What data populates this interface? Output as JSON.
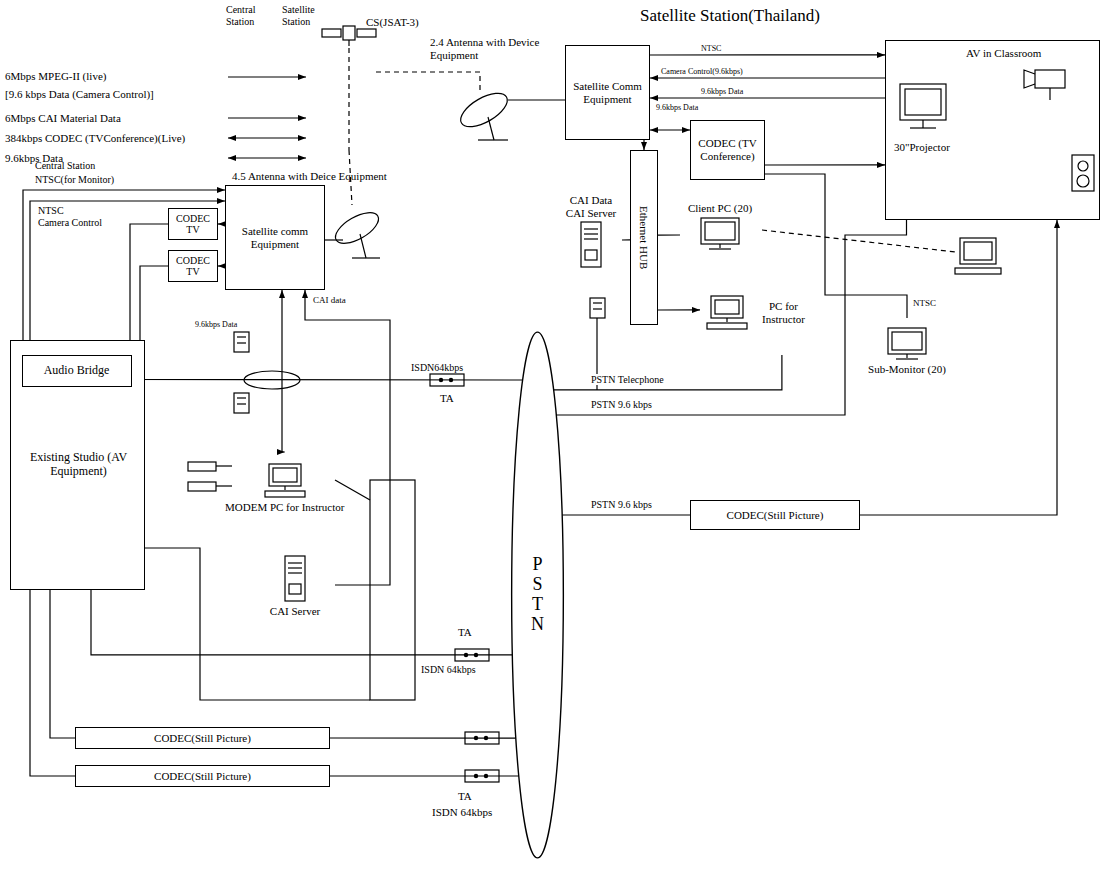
{
  "diagram": {
    "nodes": [
      {
        "text": [
          "Satellite comm Equipment"
        ]
      },
      {
        "text": [
          "CODEC TV"
        ]
      },
      {
        "text": [
          "CODEC TV"
        ]
      },
      {
        "text": [
          "Existing Studio (AV Equipment)"
        ]
      },
      {
        "text": [
          "Audio Bridge"
        ],
        "in": 3
      },
      {
        "text": [
          "MODEM PC for Instructor"
        ]
      },
      {
        "text": [
          "CAI Server"
        ]
      },
      {
        "text": [
          "CODEC(Still Picture)"
        ]
      },
      {
        "text": [
          "CODEC(Still Picture)"
        ]
      },
      {
        "text": [
          "P S T N"
        ]
      },
      {
        "text": [
          "Satellite Comm Equipment"
        ]
      },
      {
        "text": [
          "CODEC (TV Conference)"
        ]
      },
      {
        "text": [
          "Ethernet HUB"
        ]
      },
      {
        "text": [
          "AV in Classroom",
          "30\"Projector"
        ]
      },
      {
        "text": [
          "CAI Data CAI Server"
        ]
      },
      {
        "text": [
          "Client PC (20)"
        ]
      },
      {
        "text": [
          "PC for Instructor"
        ]
      },
      {
        "text": [
          "Sub-Monitor (20)"
        ]
      },
      {
        "text": [
          "CODEC(Still Picture)"
        ]
      }
    ],
    "edges": [
      {
        "from": 0,
        "to": 1,
        "arrow": "to"
      },
      {
        "from": 0,
        "to": 2,
        "arrow": "to"
      },
      {
        "from": 3,
        "to": 1,
        "arrow": "none"
      },
      {
        "from": 3,
        "to": 2,
        "arrow": "none"
      },
      {
        "from": 3,
        "to": 0,
        "arrow": "to"
      },
      {
        "from": 3,
        "to": 0,
        "arrow": "to"
      },
      {
        "from": 5,
        "to": 0,
        "arrow": "both"
      },
      {
        "from": 6,
        "to": 0,
        "arrow": "to",
        "label": "CAI data"
      },
      {
        "from": 4,
        "to": 9,
        "arrow": "none",
        "label": "ISDN64kbps"
      },
      {
        "from": 3,
        "to": 9,
        "arrow": "none",
        "label": "ISDN 64kbps"
      },
      {
        "from": 3,
        "to": 7,
        "arrow": "none"
      },
      {
        "from": 3,
        "to": 8,
        "arrow": "none"
      },
      {
        "from": 7,
        "to": 9,
        "arrow": "none"
      },
      {
        "from": 8,
        "to": 9,
        "arrow": "none"
      },
      {
        "from": 9,
        "to": 16,
        "arrow": "none",
        "label": "PSTN Telecphone"
      },
      {
        "from": 9,
        "to": 13,
        "arrow": "none",
        "label": "PSTN 9.6 kbps"
      },
      {
        "from": 9,
        "to": 18,
        "arrow": "none",
        "label": "PSTN 9.6 kbps"
      },
      {
        "from": 18,
        "to": 13,
        "arrow": "to"
      },
      {
        "from": 10,
        "to": 13,
        "arrow": "to",
        "label": "NTSC"
      },
      {
        "from": 13,
        "to": 10,
        "arrow": "to",
        "label": "Camera Control(9.6kbps)"
      },
      {
        "from": 13,
        "to": 10,
        "arrow": "to",
        "label": "9.6kbps Data"
      },
      {
        "from": 11,
        "to": 10,
        "arrow": "both",
        "label": "9.6kbps Data"
      },
      {
        "from": 10,
        "to": 12,
        "arrow": "to"
      },
      {
        "from": 12,
        "to": 14,
        "arrow": "none"
      },
      {
        "from": 12,
        "to": 15,
        "arrow": "none"
      },
      {
        "from": 12,
        "to": 16,
        "arrow": "to"
      },
      {
        "from": 11,
        "to": 13,
        "arrow": "to"
      },
      {
        "from": 11,
        "to": 17,
        "arrow": "none",
        "label": "NTSC"
      }
    ],
    "labels": [
      "Central Station",
      "Satellite Station",
      "CS(JSAT-3)",
      "6Mbps MPEG-II (live)",
      "[9.6 kbps Data (Camera Control)]",
      "6Mbps CAI Material Data",
      "384kbps CODEC (TVConference)(Live)",
      "9.6kbps Data",
      "Satellite Station(Thailand)",
      "2.4 Antenna with Device Equipment",
      "4.5 Antenna with Deice Equipment",
      "Central Station",
      "NTSC(for Monitor)",
      "NTSC",
      "Camera Control",
      "9.6kbps Data",
      "TA",
      "TA",
      "TA",
      "ISDN 64kbps"
    ]
  }
}
